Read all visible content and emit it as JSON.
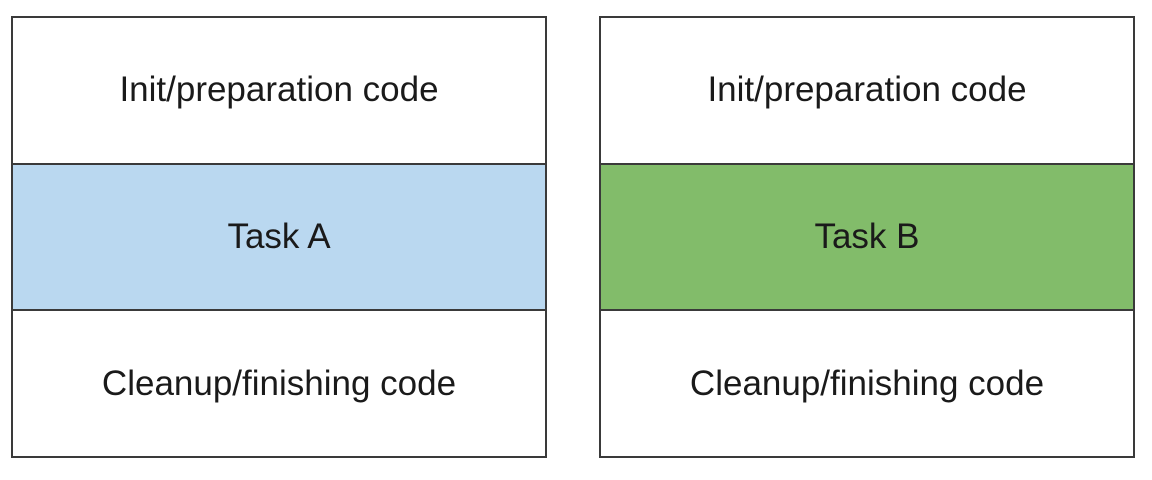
{
  "left_stack": {
    "init_label": "Init/preparation code",
    "task_label": "Task A",
    "task_color": "#bad8f0",
    "cleanup_label": "Cleanup/finishing code"
  },
  "right_stack": {
    "init_label": "Init/preparation code",
    "task_label": "Task B",
    "task_color": "#82bc6a",
    "cleanup_label": "Cleanup/finishing code"
  }
}
